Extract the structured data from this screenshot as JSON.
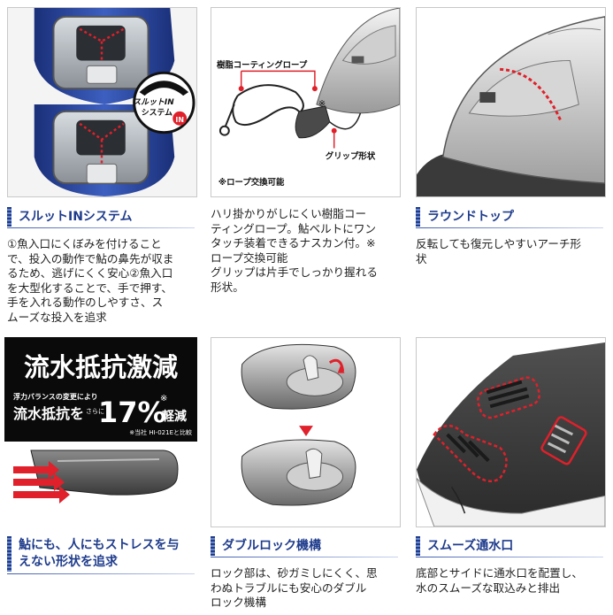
{
  "colors": {
    "accent_blue": "#1f3c8c",
    "highlight_red": "#e0202a",
    "banner_black": "#0a0a0a"
  },
  "panel1": {
    "badge_line1": "スルットIN",
    "badge_line2": "システム",
    "badge_logo": "IN",
    "heading": "スルットINシステム",
    "desc": [
      "①魚入口にくぼみを付けること",
      "で、投入の動作で鮎の鼻先が収ま",
      "るため、逃げにくく安心②魚入口",
      "を大型化することで、手で押す、",
      "手を入れる動作のしやすさ、ス",
      "ムーズな投入を追求"
    ]
  },
  "panel2": {
    "label_rope": "樹脂コーティングロープ",
    "label_mark": "※",
    "label_grip": "グリップ形状",
    "note": "※ロープ交換可能",
    "desc": [
      "ハリ掛かりがしにくい樹脂コー",
      "ティングロープ。鮎ベルトにワン",
      "タッチ装着できるナスカン付。※",
      "ロープ交換可能",
      "グリップは片手でしっかり握れる",
      "形状。"
    ]
  },
  "panel3": {
    "heading": "ラウンドトップ",
    "desc": [
      "反転しても復元しやすいアーチ形",
      "状"
    ]
  },
  "panel4": {
    "banner_title": "流水抵抗激減",
    "small_line1": "浮力バランスの変更により",
    "small_line2": "流水抵抗を",
    "small_sarani": "さらに",
    "percent": "17%",
    "asterisk": "※",
    "reduce": "軽減",
    "footnote": "※当社 HI-021Eと比較",
    "heading_line1": "鮎にも、人にもストレスを与",
    "heading_line2": "えない形状を追求"
  },
  "panel5": {
    "heading": "ダブルロック機構",
    "desc": [
      "ロック部は、砂ガミしにくく、思",
      "わぬトラブルにも安心のダブル",
      "ロック機構"
    ]
  },
  "panel6": {
    "heading": "スムーズ通水口",
    "desc": [
      "底部とサイドに通水口を配置し、",
      "水のスムーズな取込みと排出"
    ]
  }
}
